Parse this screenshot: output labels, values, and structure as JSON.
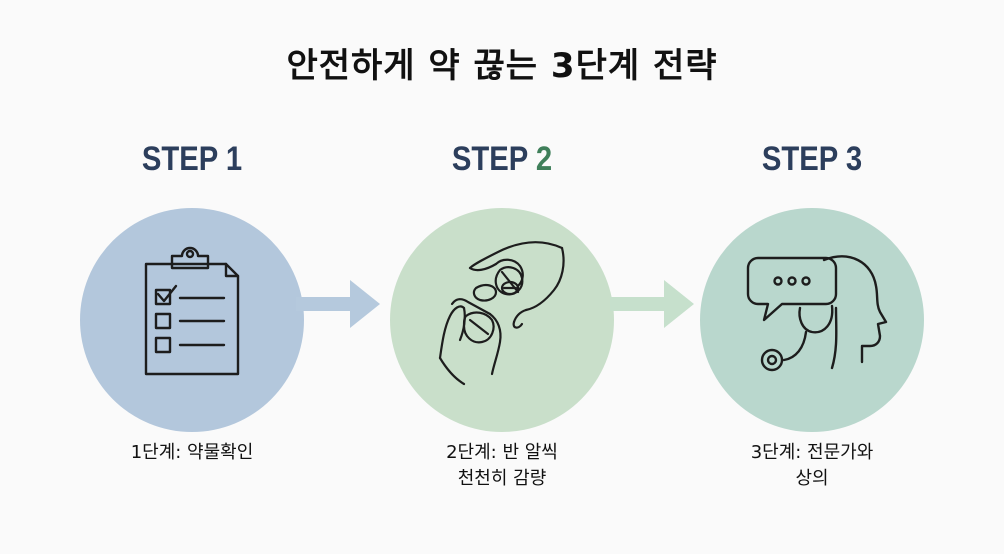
{
  "title": "안전하게 약 끊는 3단계 전략",
  "steps": [
    {
      "label": "STEP 1",
      "caption_lines": [
        "1단계: 약물확인"
      ],
      "label_color": "#2c3e5c",
      "circle_color": "#b3c7dc",
      "icon": "clipboard-checklist-icon"
    },
    {
      "label": "STEP 2",
      "label_color": "#2c3e5c",
      "label_accent_color": "#3f7f5a",
      "caption_lines": [
        "2단계: 반 알씩",
        "천천히 감량"
      ],
      "circle_color": "#c9dfca",
      "icon": "hands-splitting-pill-icon"
    },
    {
      "label": "STEP 3",
      "caption_lines": [
        "3단계: 전문가와",
        "상의"
      ],
      "label_color": "#2c3e5c",
      "circle_color": "#b9d7cd",
      "icon": "consult-expert-stethoscope-icon"
    }
  ],
  "arrow_colors": [
    "#b5c9dd",
    "#c6e0cc"
  ]
}
